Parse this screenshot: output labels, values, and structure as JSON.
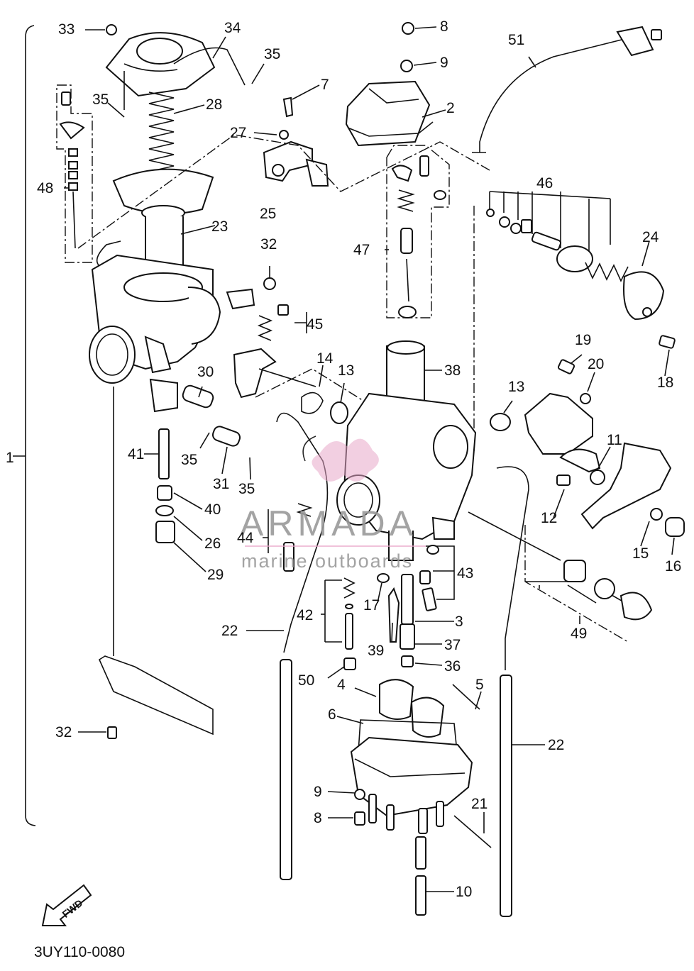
{
  "callouts": [
    {
      "id": "c1",
      "text": "1"
    },
    {
      "id": "c2",
      "text": "2"
    },
    {
      "id": "c3",
      "text": "3"
    },
    {
      "id": "c4",
      "text": "4"
    },
    {
      "id": "c5",
      "text": "5"
    },
    {
      "id": "c6",
      "text": "6"
    },
    {
      "id": "c7",
      "text": "7"
    },
    {
      "id": "c8a",
      "text": "8"
    },
    {
      "id": "c8b",
      "text": "8"
    },
    {
      "id": "c9a",
      "text": "9"
    },
    {
      "id": "c9b",
      "text": "9"
    },
    {
      "id": "c10",
      "text": "10"
    },
    {
      "id": "c11",
      "text": "11"
    },
    {
      "id": "c12",
      "text": "12"
    },
    {
      "id": "c13a",
      "text": "13"
    },
    {
      "id": "c13b",
      "text": "13"
    },
    {
      "id": "c14",
      "text": "14"
    },
    {
      "id": "c15",
      "text": "15"
    },
    {
      "id": "c16",
      "text": "16"
    },
    {
      "id": "c17",
      "text": "17"
    },
    {
      "id": "c18",
      "text": "18"
    },
    {
      "id": "c19",
      "text": "19"
    },
    {
      "id": "c20",
      "text": "20"
    },
    {
      "id": "c21",
      "text": "21"
    },
    {
      "id": "c22a",
      "text": "22"
    },
    {
      "id": "c22b",
      "text": "22"
    },
    {
      "id": "c23",
      "text": "23"
    },
    {
      "id": "c24",
      "text": "24"
    },
    {
      "id": "c25",
      "text": "25"
    },
    {
      "id": "c26",
      "text": "26"
    },
    {
      "id": "c27",
      "text": "27"
    },
    {
      "id": "c28",
      "text": "28"
    },
    {
      "id": "c29",
      "text": "29"
    },
    {
      "id": "c30",
      "text": "30"
    },
    {
      "id": "c31",
      "text": "31"
    },
    {
      "id": "c32a",
      "text": "32"
    },
    {
      "id": "c32b",
      "text": "32"
    },
    {
      "id": "c33",
      "text": "33"
    },
    {
      "id": "c34",
      "text": "34"
    },
    {
      "id": "c35a",
      "text": "35"
    },
    {
      "id": "c35b",
      "text": "35"
    },
    {
      "id": "c35c",
      "text": "35"
    },
    {
      "id": "c35d",
      "text": "35"
    },
    {
      "id": "c36",
      "text": "36"
    },
    {
      "id": "c37",
      "text": "37"
    },
    {
      "id": "c38",
      "text": "38"
    },
    {
      "id": "c39",
      "text": "39"
    },
    {
      "id": "c40",
      "text": "40"
    },
    {
      "id": "c41",
      "text": "41"
    },
    {
      "id": "c42",
      "text": "42"
    },
    {
      "id": "c43",
      "text": "43"
    },
    {
      "id": "c44",
      "text": "44"
    },
    {
      "id": "c45",
      "text": "45"
    },
    {
      "id": "c46",
      "text": "46"
    },
    {
      "id": "c47",
      "text": "47"
    },
    {
      "id": "c48",
      "text": "48"
    },
    {
      "id": "c49",
      "text": "49"
    },
    {
      "id": "c50",
      "text": "50"
    },
    {
      "id": "c51",
      "text": "51"
    }
  ],
  "watermark": {
    "brand": "ARMADA",
    "tagline": "marine outboards",
    "accent_color": "#e8a6c8"
  },
  "fwd_label": "FWD",
  "diagram_code": "3UY110-0080"
}
